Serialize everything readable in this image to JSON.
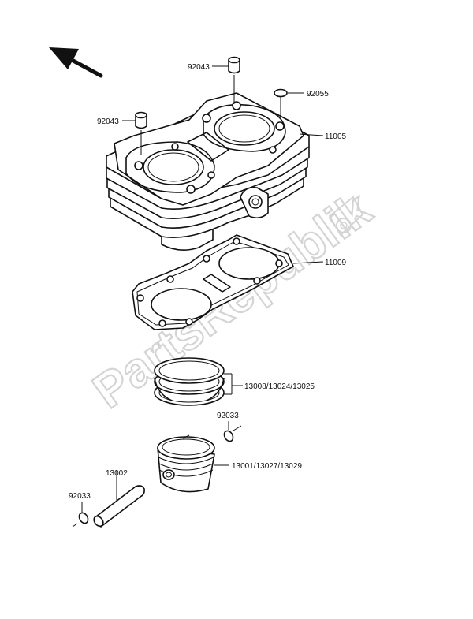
{
  "watermark": {
    "text": "PartsRepublik",
    "color": "#d4d4d4"
  },
  "parts": {
    "dowel_top": "92043",
    "oring": "92055",
    "dowel_left": "92043",
    "cylinder": "11005",
    "gasket": "11009",
    "ring_set": "13008/13024/13025",
    "circlip_right": "92033",
    "piston": "13001/13027/13029",
    "piston_pin": "13002",
    "circlip_left": "92033"
  },
  "icons": {
    "direction_arrow": "arrow-up-left-icon",
    "watermark_logo": "gear-icon"
  }
}
